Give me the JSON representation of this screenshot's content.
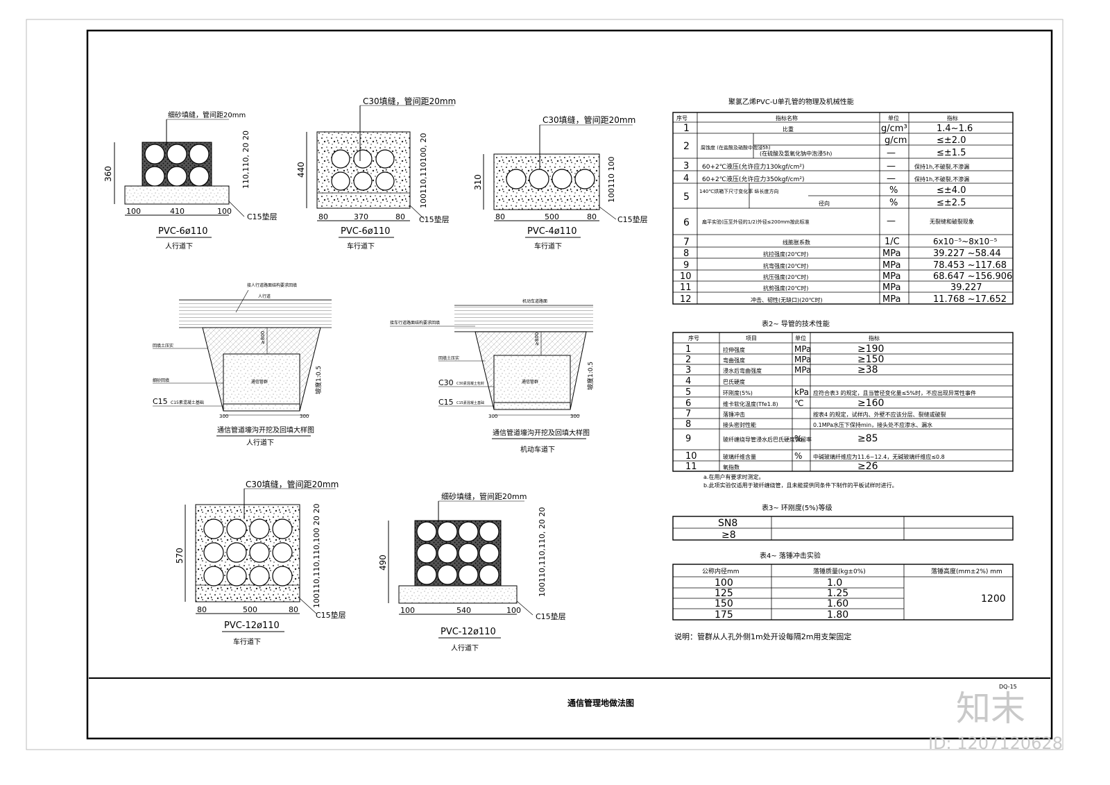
{
  "title_block": {
    "title": "通信管理地做法图",
    "sheet_no": "DQ-15",
    "brand": "知末",
    "id_text": "ID: 1207120628"
  },
  "sections": [
    {
      "fill_note": "细砂填缝，管间距20mm",
      "name": "PVC-6ø110",
      "sub": "人行道下",
      "height": "360",
      "spacing": "110,110,  20  20",
      "bottom": [
        "100",
        "410",
        "100"
      ],
      "base_note": "C15垫层"
    },
    {
      "fill_note": "C30填缝，管间距20mm",
      "name": "PVC-6ø110",
      "sub": "车行道下",
      "height": "440",
      "spacing": "100110,110100,   20",
      "bottom": [
        "80",
        "370",
        "80"
      ],
      "base_note": "C15垫层"
    },
    {
      "fill_note": "C30填缝，管间距20mm",
      "name": "PVC-4ø110",
      "sub": "车行道下",
      "height": "310",
      "spacing": "100110 100",
      "bottom": [
        "80",
        "500",
        "80"
      ],
      "base_note": "C15垫层"
    },
    {
      "fill_note": "C30填缝，管间距20mm",
      "name": "PVC-12ø110",
      "sub": "车行道下",
      "height": "570",
      "spacing": "100110,110,110,100   20   20",
      "bottom": [
        "80",
        "500",
        "80"
      ],
      "base_note": "C15垫层"
    },
    {
      "fill_note": "细砂填缝，管间距20mm",
      "name": "PVC-12ø110",
      "sub": "人行道下",
      "height": "490",
      "spacing": "100110,110,110,   20   20",
      "bottom": [
        "100",
        "540",
        "100"
      ],
      "base_note": "C15垫层"
    }
  ],
  "trenches": [
    {
      "caption": "通信管道壕沟开挖及回填大样图",
      "sub": "人行道下",
      "top_note": "接人行道路面结构要求回填",
      "road": "人行道",
      "backfill": "回填土压实",
      "sand": "细砂回填",
      "base": "C15素混凝土基础",
      "slope": "坡度1:0.5",
      "depth": "≥800",
      "widths": [
        "300",
        "300"
      ],
      "duct": "通信管群"
    },
    {
      "caption": "通信管道壕沟开挖及回填大样图",
      "sub": "机动车道下",
      "top_note": "接车行道路面结构要求回填",
      "road": "机动车道路面",
      "backfill": "回填土压实",
      "sand": "C30素混凝土包封",
      "base": "C15素混凝土基础",
      "slope": "坡度1:0.5",
      "depth": "≥800",
      "widths": [
        "300",
        "300"
      ],
      "duct": "通信管群"
    }
  ],
  "table1": {
    "title": "聚氯乙烯PVC-U单孔管的物理及机械性能",
    "headers": [
      "序号",
      "指标名称",
      "单位",
      "指标"
    ],
    "rows": [
      [
        "1",
        "比重",
        "g/cm³",
        "1.4~1.6"
      ],
      [
        "2",
        "腐蚀度 (在盐酸及硝酸中泡浸5h)",
        "g/cm",
        "≤±2.0"
      ],
      [
        "",
        "(在硫酸及氢氧化钠中泡浸5h)",
        "—",
        "≤±1.5"
      ],
      [
        "3",
        "60+2℃液压(允许应力130kgf/cm²)",
        "—",
        "保持1h,不破裂,不渗漏"
      ],
      [
        "4",
        "60+2℃液压(允许应力350kgf/cm²)",
        "—",
        "保持1h,不破裂,不渗漏"
      ],
      [
        "5",
        "140℃烘箱下尺寸变化率 纵长度方向",
        "%",
        "≤±4.0"
      ],
      [
        "",
        "径向",
        "%",
        "≤±2.5"
      ],
      [
        "6",
        "扁平实验(压至外径的1/2)外径≤200mm按此标准",
        "—",
        "无裂缝和破裂现象"
      ],
      [
        "7",
        "线膨胀系数",
        "1/C",
        "6x10⁻⁵~8x10⁻⁵"
      ],
      [
        "8",
        "抗拉强度(20℃时)",
        "MPa",
        "39.227 ~58.44"
      ],
      [
        "9",
        "抗弯强度(20℃时)",
        "MPa",
        "78.453 ~117.68"
      ],
      [
        "10",
        "抗压强度(20℃时)",
        "MPa",
        "68.647 ~156.906"
      ],
      [
        "11",
        "抗剪强度(20℃时)",
        "MPa",
        "39.227"
      ],
      [
        "12",
        "冲击、韧性(无缺口)(20℃时)",
        "MPa",
        "11.768 ~17.652"
      ]
    ]
  },
  "table2": {
    "title": "表2~ 导管的技术性能",
    "headers": [
      "序号",
      "项目",
      "单位",
      "指标"
    ],
    "rows": [
      [
        "1",
        "拉伸强度",
        "MPa",
        "≥190"
      ],
      [
        "2",
        "弯曲强度",
        "MPa",
        "≥150"
      ],
      [
        "3",
        "浸水后弯曲强度",
        "MPa",
        "≥38"
      ],
      [
        "4",
        "巴氏硬度",
        "",
        ""
      ],
      [
        "5",
        "环刚度(5%)",
        "kPa",
        "应符合表3 的规定，且当管径变化量≤5%时，不应出现异常性事件"
      ],
      [
        "6",
        "维卡软化温度(Tfe1.8)",
        "℃",
        "≥160"
      ],
      [
        "7",
        "落锤冲击",
        "",
        "按表4 的规定，试样内、外壁不应该分层、裂缝或破裂"
      ],
      [
        "8",
        "接头密封性能",
        "",
        "0.1MPa水压下保持min，接头处不应渗水、漏水"
      ],
      [
        "9",
        "玻纤缠绕导管浸水后巴氏硬度保留率",
        "%",
        "≥85"
      ],
      [
        "10",
        "玻璃纤维含量",
        "%",
        "中碱玻璃纤维应为11.6~12.4，无碱玻璃纤维应≤0.8"
      ],
      [
        "11",
        "氧指数",
        "",
        "≥26"
      ]
    ],
    "notes": [
      "a.在用户有要求时测定。",
      "b.此项实验仅适用于玻纤缠绕管，且未能提供同条件下制作的平板试样时进行。"
    ]
  },
  "table3": {
    "title": "表3~ 环刚度(5%)等级",
    "cells": [
      "SN8",
      "≥8"
    ]
  },
  "table4": {
    "title": "表4~ 落锤冲击实验",
    "headers": [
      "公称内径mm",
      "落锤质量(kg±0%)",
      "落锤高度(mm±2%) mm"
    ],
    "rows": [
      [
        "100",
        "1.0"
      ],
      [
        "125",
        "1.25"
      ],
      [
        "150",
        "1.60"
      ],
      [
        "175",
        "1.80"
      ]
    ],
    "height_val": "1200"
  },
  "footnote": "说明：管群从人孔外侧1m处开设每隔2m用支架固定"
}
